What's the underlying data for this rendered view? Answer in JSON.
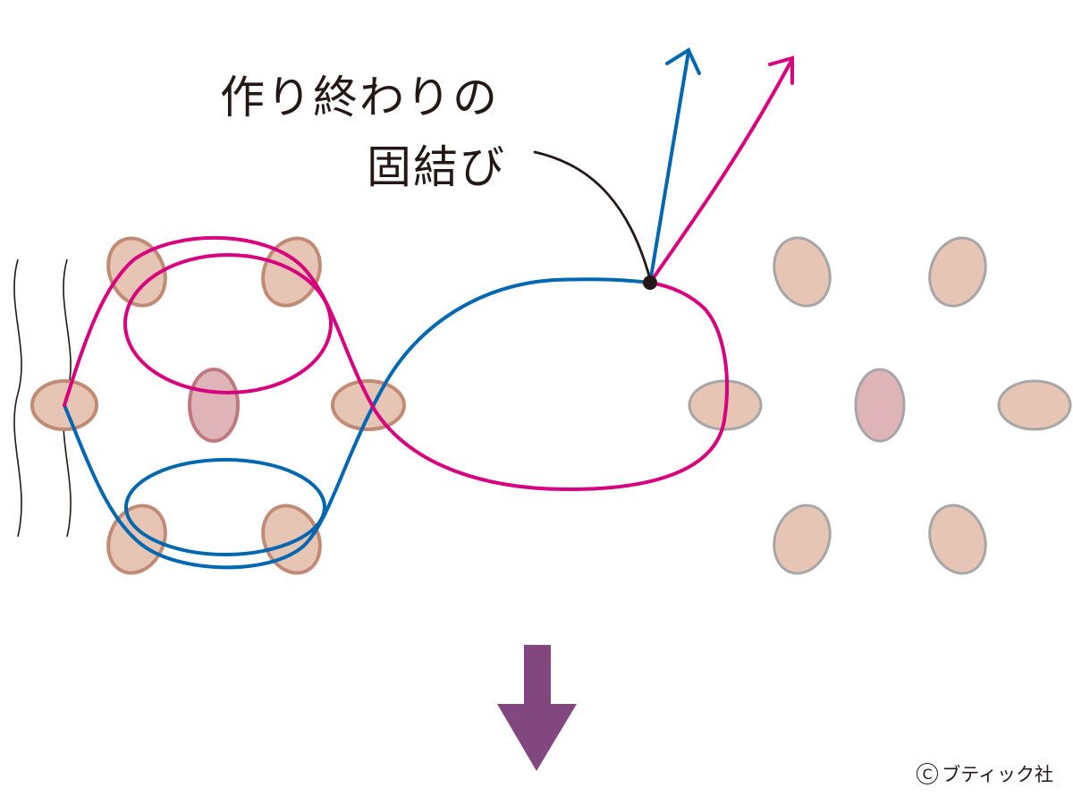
{
  "annotation": {
    "line1": "作り終わりの",
    "line2": "固結び"
  },
  "credit": {
    "symbol": "C",
    "publisher": "ブティック社"
  },
  "colors": {
    "bead_fill": "#e6c5b5",
    "bead_stroke_left": "#c08a74",
    "center_bead_fill": "#dfb4b8",
    "center_bead_stroke": "#bf7880",
    "bead_stroke_right": "#a6a6a6",
    "thread_pink": "#d7007f",
    "thread_blue": "#0068b0",
    "leader_line": "#231815",
    "down_arrow": "#82477f"
  },
  "icons": {
    "knot": "knot-dot-icon",
    "direction": "down-arrow-icon"
  }
}
